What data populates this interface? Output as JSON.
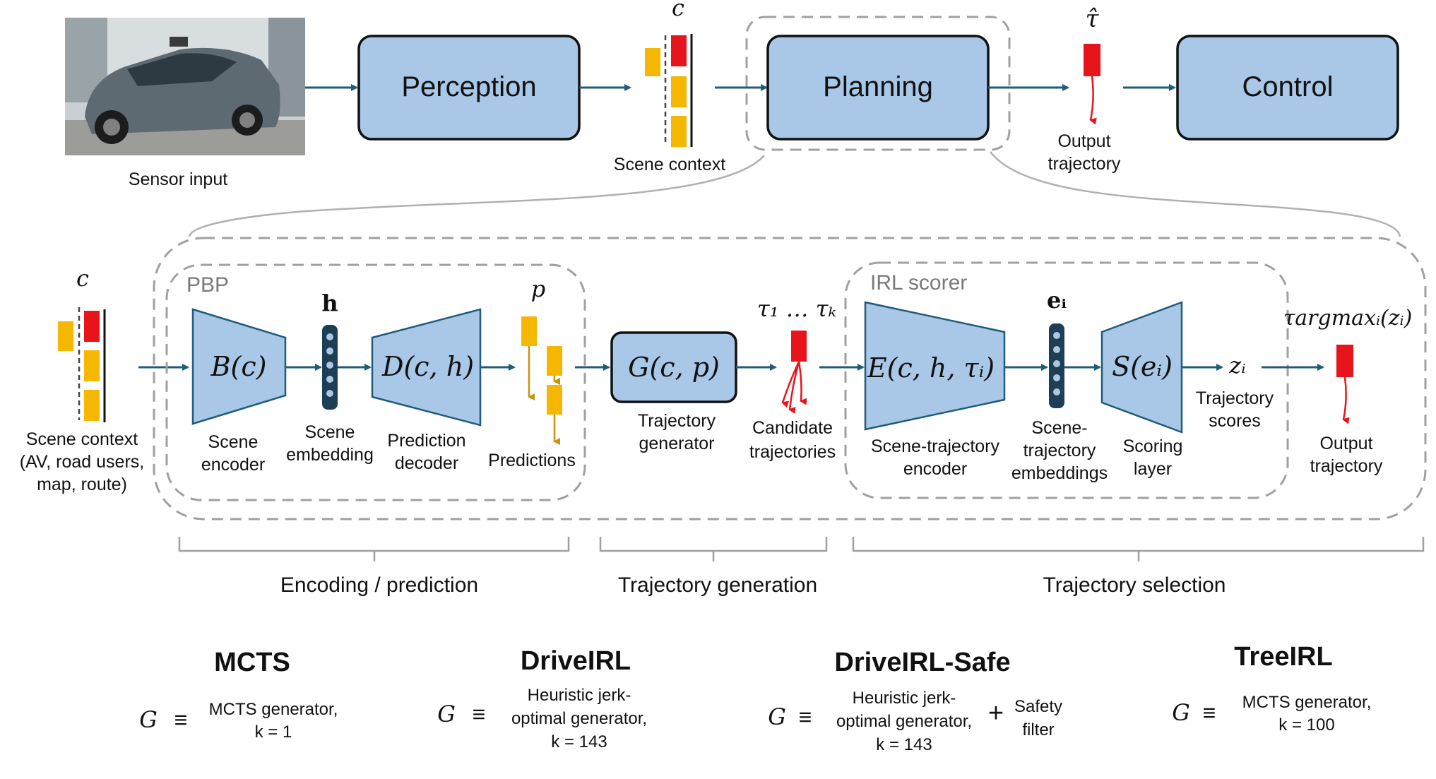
{
  "top_row": {
    "sensor_input": "Sensor input",
    "perception": "Perception",
    "c_symbol": "c",
    "scene_context": "Scene context",
    "planning": "Planning",
    "tau_hat_symbol": "τ̂",
    "output_trajectory_line1": "Output",
    "output_trajectory_line2": "trajectory",
    "control": "Control"
  },
  "pipeline": {
    "c_symbol": "c",
    "scene_context_lines": [
      "Scene context",
      "(AV, road users,",
      "map, route)"
    ],
    "pbp_label": "PBP",
    "scene_encoder_fn": "B(c)",
    "scene_encoder_lines": [
      "Scene",
      "encoder"
    ],
    "h_symbol": "h",
    "scene_embedding_lines": [
      "Scene",
      "embedding"
    ],
    "prediction_decoder_fn": "D(c, h)",
    "prediction_decoder_lines": [
      "Prediction",
      "decoder"
    ],
    "p_symbol": "p",
    "predictions": "Predictions",
    "generator_fn": "G(c, p)",
    "generator_lines": [
      "Trajectory",
      "generator"
    ],
    "tau_range": "τ₁ … τₖ",
    "candidate_lines": [
      "Candidate",
      "trajectories"
    ],
    "irl_scorer_label": "IRL scorer",
    "traj_encoder_fn": "E(c, h, τᵢ)",
    "traj_encoder_lines": [
      "Scene-trajectory",
      "encoder"
    ],
    "e_i_symbol": "eᵢ",
    "traj_embedding_lines": [
      "Scene-",
      "trajectory",
      "embeddings"
    ],
    "scoring_fn": "S(eᵢ)",
    "scoring_lines": [
      "Scoring",
      "layer"
    ],
    "z_i_symbol": "zᵢ",
    "scores_lines": [
      "Trajectory",
      "scores"
    ],
    "tau_argmax": "τargmaxᵢ(zᵢ)",
    "output_lines": [
      "Output",
      "trajectory"
    ]
  },
  "stages": {
    "encoding": "Encoding / prediction",
    "generation": "Trajectory generation",
    "selection": "Trajectory selection"
  },
  "variants": [
    {
      "name": "MCTS",
      "G": "G",
      "equiv": "≡",
      "lines": [
        "MCTS generator,",
        "k = 1"
      ]
    },
    {
      "name": "DriveIRL",
      "G": "G",
      "equiv": "≡",
      "lines": [
        "Heuristic jerk-",
        "optimal generator,",
        "k = 143"
      ]
    },
    {
      "name": "DriveIRL-Safe",
      "G": "G",
      "equiv": "≡",
      "lines": [
        "Heuristic jerk-",
        "optimal generator,",
        "k = 143"
      ],
      "plus": "+",
      "extra_lines": [
        "Safety",
        "filter"
      ]
    },
    {
      "name": "TreeIRL",
      "G": "G",
      "equiv": "≡",
      "lines": [
        "MCTS generator,",
        "k = 100"
      ]
    }
  ],
  "colors": {
    "box_fill": "#a9c7e6",
    "arrow": "#1f5b7a",
    "red": "#e8141c",
    "yellow": "#f5b700",
    "dashed": "#a0a0a0",
    "embed": "#1e3e55"
  }
}
